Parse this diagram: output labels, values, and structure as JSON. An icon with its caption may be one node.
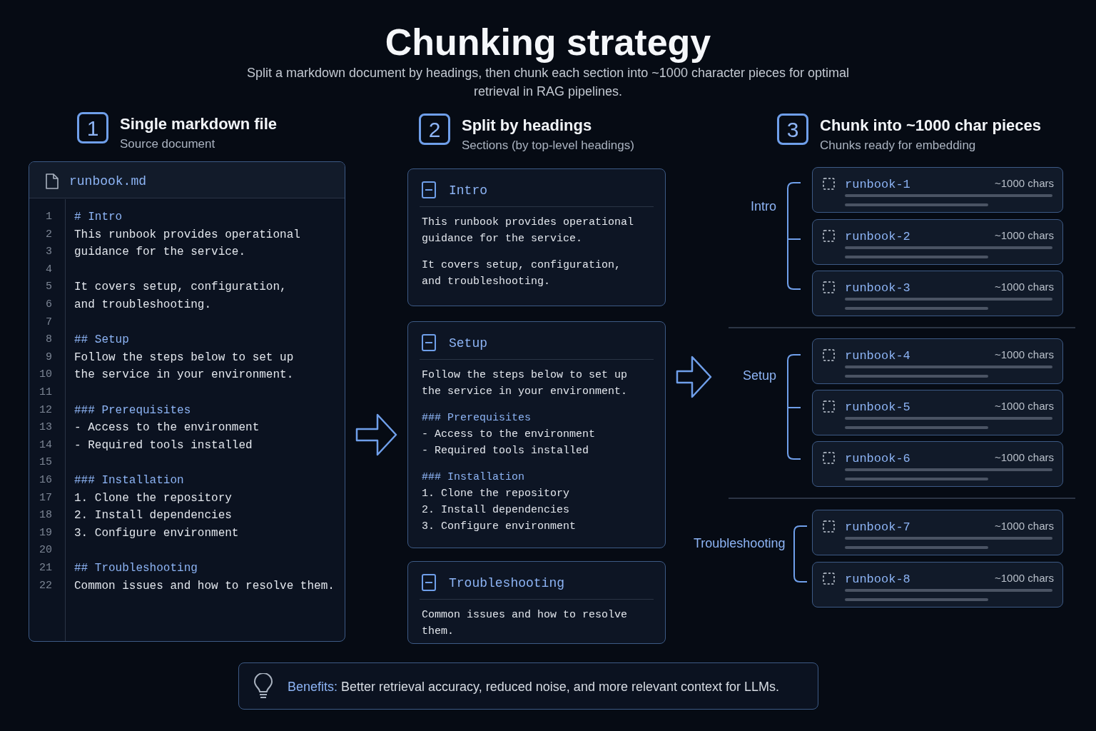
{
  "diagram": {
    "title": "Chunking strategy",
    "caption": "Split a markdown document by headings, then chunk each section into ~1000 character pieces for optimal retrieval in RAG pipelines.",
    "nodes": [
      {
        "text": [
          "1"
        ],
        "beside": [
          "Single markdown file",
          "Source document"
        ]
      },
      {
        "text": [
          "2"
        ],
        "beside": [
          "Split by headings",
          "Sections (by top-level headings)"
        ]
      },
      {
        "text": [
          "3"
        ],
        "beside": [
          "Chunk into ~1000 char pieces",
          "Chunks ready for embedding"
        ]
      },
      {
        "text": [
          "runbook.md",
          "# Intro",
          "This runbook provides operational",
          "guidance for the service.",
          "It covers setup, configuration,",
          "and troubleshooting.",
          "## Setup",
          "Follow the steps below to set up",
          "the service in your environment.",
          "### Prerequisites",
          "- Access to the environment",
          "- Required tools installed",
          "### Installation",
          "1. Clone the repository",
          "2. Install dependencies",
          "3. Configure environment",
          "## Troubleshooting",
          "Common issues and how to resolve them."
        ]
      },
      {
        "text": [
          "Intro",
          "This runbook provides operational guidance for the service.",
          "It covers setup, configuration, and troubleshooting."
        ]
      },
      {
        "text": [
          "Setup",
          "Follow the steps below to set up the service in your environment.",
          "### Prerequisites",
          "- Access to the environment",
          "- Required tools installed",
          "### Installation",
          "1. Clone the repository",
          "2. Install dependencies",
          "3. Configure environment"
        ]
      },
      {
        "text": [
          "Troubleshooting",
          "Common issues and how to resolve them."
        ]
      },
      {
        "text": [
          "runbook-1",
          "~1000 chars"
        ]
      },
      {
        "text": [
          "runbook-2",
          "~1000 chars"
        ]
      },
      {
        "text": [
          "runbook-3",
          "~1000 chars"
        ]
      },
      {
        "text": [
          "runbook-4",
          "~1000 chars"
        ]
      },
      {
        "text": [
          "runbook-5",
          "~1000 chars"
        ]
      },
      {
        "text": [
          "runbook-6",
          "~1000 chars"
        ]
      },
      {
        "text": [
          "runbook-7",
          "~1000 chars"
        ]
      },
      {
        "text": [
          "runbook-8",
          "~1000 chars"
        ]
      },
      {
        "text": [
          "**Benefits:** Better retrieval accuracy, reduced noise, and more relevant context for LLMs."
        ]
      }
    ],
    "edges": [
      {
        "from": 3,
        "to": 5,
        "arrow": "to"
      },
      {
        "from": 5,
        "to": null,
        "arrow": "to"
      }
    ],
    "labels": [
      "1",
      "2",
      "3",
      "4",
      "5",
      "6",
      "7",
      "8",
      "9",
      "10",
      "11",
      "12",
      "13",
      "14",
      "15",
      "16",
      "17",
      "18",
      "19",
      "20",
      "21",
      "22",
      "Intro",
      "Setup",
      "Troubleshooting"
    ]
  }
}
